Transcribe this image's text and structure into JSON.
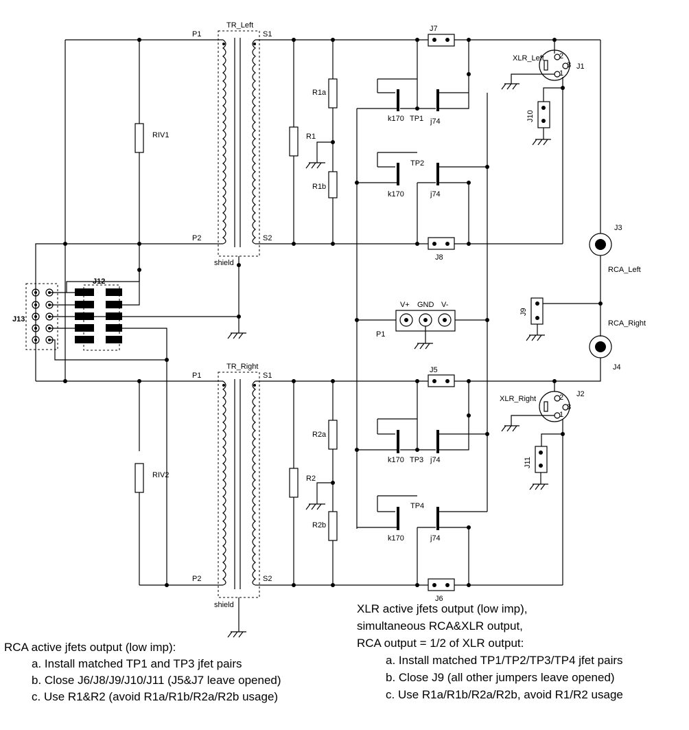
{
  "transformers": {
    "left": {
      "name": "TR_Left",
      "p1": "P1",
      "p2": "P2",
      "s1": "S1",
      "s2": "S2",
      "shield": "shield"
    },
    "right": {
      "name": "TR_Right",
      "p1": "P1",
      "p2": "P2",
      "s1": "S1",
      "s2": "S2",
      "shield": "shield"
    }
  },
  "resistors": {
    "riv1": "RIV1",
    "riv2": "RIV2",
    "r1": "R1",
    "r1a": "R1a",
    "r1b": "R1b",
    "r2": "R2",
    "r2a": "R2a",
    "r2b": "R2b"
  },
  "jfets": {
    "tp1": "TP1",
    "tp2": "TP2",
    "tp3": "TP3",
    "tp4": "TP4",
    "k170": "k170",
    "j74": "j74"
  },
  "jumpers": {
    "j5": "J5",
    "j6": "J6",
    "j7": "J7",
    "j8": "J8",
    "j9": "J9",
    "j10": "J10",
    "j11": "J11",
    "j12": "J12",
    "j13": "J13"
  },
  "connectors": {
    "xlr_left": "XLR_Left",
    "xlr_right": "XLR_Right",
    "j1": "J1",
    "j2": "J2",
    "j3": "J3",
    "j4": "J4",
    "rca_left": "RCA_Left",
    "rca_right": "RCA_Right",
    "pin1": "1",
    "pin2": "2",
    "pin3": "3"
  },
  "power": {
    "name": "P1",
    "vplus": "V+",
    "gnd": "GND",
    "vminus": "V-"
  },
  "notes": {
    "left": {
      "heading": "RCA active jfets output (low imp):",
      "items": [
        "a. Install matched TP1 and TP3 jfet pairs",
        "b. Close J6/J8/J9/J10/J11 (J5&J7 leave opened)",
        "c. Use R1&R2 (avoid R1a/R1b/R2a/R2b usage)"
      ]
    },
    "right": {
      "heading_lines": [
        "XLR active jfets output (low imp),",
        "simultaneous RCA&XLR output,",
        "RCA output = 1/2 of XLR output:"
      ],
      "items": [
        "a. Install matched TP1/TP2/TP3/TP4 jfet pairs",
        "b. Close J9 (all other jumpers  leave opened)",
        "c. Use R1a/R1b/R2a/R2b, avoid R1/R2 usage"
      ]
    }
  }
}
